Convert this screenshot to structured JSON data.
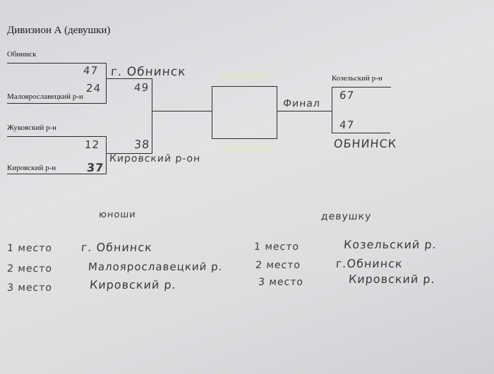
{
  "title": "Дивизион А (девушки)",
  "bracket": {
    "teams": [
      "Обнинск",
      "Малоярославецкий р-н",
      "Жуковский р-н",
      "Кировский р-н"
    ],
    "semi1": {
      "score_a": "47",
      "score_b": "24",
      "winner": "г. Обнинск"
    },
    "semi2": {
      "score_a": "12",
      "score_b": "37",
      "winner": "Кировский р-он"
    },
    "second": {
      "score_a": "49",
      "score_b": "38"
    },
    "final_label": "Финал",
    "final": {
      "team_top": "Козельский р-н",
      "score_top": "67",
      "score_bottom": "47",
      "team_bottom": "ОБНИНСК"
    }
  },
  "results": {
    "boys": {
      "heading": "юноши",
      "places": [
        {
          "place": "1 место",
          "team": "г. Обнинск"
        },
        {
          "place": "2 место",
          "team": "Малоярославецкий р."
        },
        {
          "place": "3 место",
          "team": "Кировский р."
        }
      ]
    },
    "girls": {
      "heading": "девушку",
      "places": [
        {
          "place": "1 место",
          "team": "Козельский р."
        },
        {
          "place": "2 место",
          "team": "г.Обнинск"
        },
        {
          "place": "3 место",
          "team": "Кировский р."
        }
      ]
    }
  }
}
